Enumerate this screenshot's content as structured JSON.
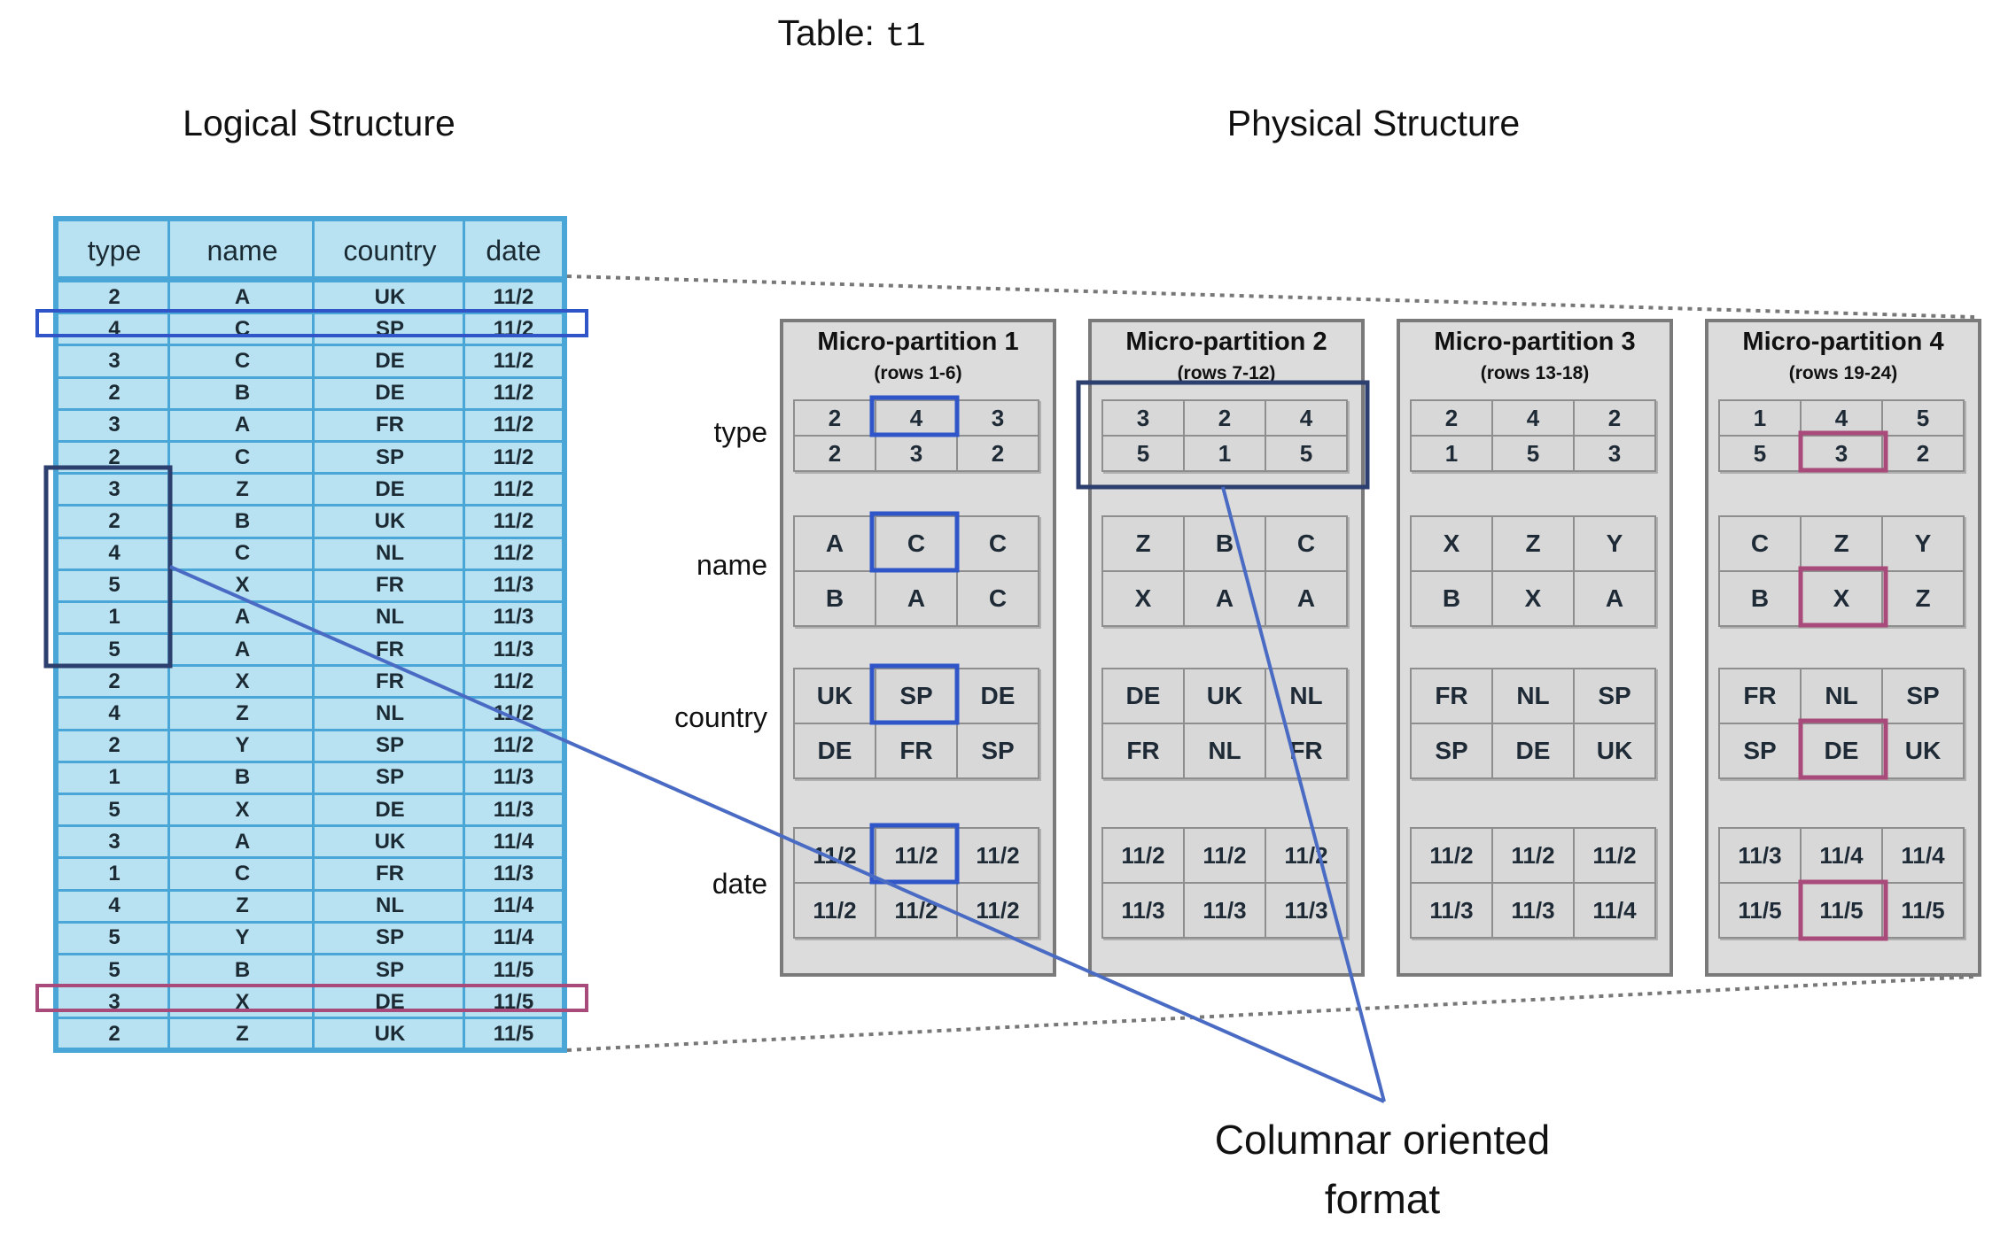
{
  "table_title": {
    "label": "Table:",
    "name": "t1"
  },
  "logical_title": "Logical Structure",
  "physical_title": "Physical Structure",
  "caption_line1": "Columnar oriented",
  "caption_line2": "format",
  "colors": {
    "table_fill": "#b8e2f2",
    "table_border": "#49a6d7",
    "partition_fill": "#dcdcdc",
    "highlight_blue": "#2f55c8",
    "highlight_magenta": "#a84a7a",
    "bracket_navy": "#2c3f6e",
    "pointer_line": "#4a6bc4"
  },
  "logical": {
    "headers": [
      "type",
      "name",
      "country",
      "date"
    ],
    "rows": [
      [
        "2",
        "A",
        "UK",
        "11/2"
      ],
      [
        "4",
        "C",
        "SP",
        "11/2"
      ],
      [
        "3",
        "C",
        "DE",
        "11/2"
      ],
      [
        "2",
        "B",
        "DE",
        "11/2"
      ],
      [
        "3",
        "A",
        "FR",
        "11/2"
      ],
      [
        "2",
        "C",
        "SP",
        "11/2"
      ],
      [
        "3",
        "Z",
        "DE",
        "11/2"
      ],
      [
        "2",
        "B",
        "UK",
        "11/2"
      ],
      [
        "4",
        "C",
        "NL",
        "11/2"
      ],
      [
        "5",
        "X",
        "FR",
        "11/3"
      ],
      [
        "1",
        "A",
        "NL",
        "11/3"
      ],
      [
        "5",
        "A",
        "FR",
        "11/3"
      ],
      [
        "2",
        "X",
        "FR",
        "11/2"
      ],
      [
        "4",
        "Z",
        "NL",
        "11/2"
      ],
      [
        "2",
        "Y",
        "SP",
        "11/2"
      ],
      [
        "1",
        "B",
        "SP",
        "11/3"
      ],
      [
        "5",
        "X",
        "DE",
        "11/3"
      ],
      [
        "3",
        "A",
        "UK",
        "11/4"
      ],
      [
        "1",
        "C",
        "FR",
        "11/3"
      ],
      [
        "4",
        "Z",
        "NL",
        "11/4"
      ],
      [
        "5",
        "Y",
        "SP",
        "11/4"
      ],
      [
        "5",
        "B",
        "SP",
        "11/5"
      ],
      [
        "3",
        "X",
        "DE",
        "11/5"
      ],
      [
        "2",
        "Z",
        "UK",
        "11/5"
      ]
    ]
  },
  "row_labels": [
    "type",
    "name",
    "country",
    "date"
  ],
  "partitions": [
    {
      "title": "Micro-partition 1",
      "subtitle": "(rows 1-6)",
      "type": [
        "2",
        "4",
        "3",
        "2",
        "3",
        "2"
      ],
      "name": [
        "A",
        "C",
        "C",
        "B",
        "A",
        "C"
      ],
      "country": [
        "UK",
        "SP",
        "DE",
        "DE",
        "FR",
        "SP"
      ],
      "date": [
        "11/2",
        "11/2",
        "11/2",
        "11/2",
        "11/2",
        "11/2"
      ]
    },
    {
      "title": "Micro-partition 2",
      "subtitle": "(rows 7-12)",
      "type": [
        "3",
        "2",
        "4",
        "5",
        "1",
        "5"
      ],
      "name": [
        "Z",
        "B",
        "C",
        "X",
        "A",
        "A"
      ],
      "country": [
        "DE",
        "UK",
        "NL",
        "FR",
        "NL",
        "FR"
      ],
      "date": [
        "11/2",
        "11/2",
        "11/2",
        "11/3",
        "11/3",
        "11/3"
      ]
    },
    {
      "title": "Micro-partition 3",
      "subtitle": "(rows 13-18)",
      "type": [
        "2",
        "4",
        "2",
        "1",
        "5",
        "3"
      ],
      "name": [
        "X",
        "Z",
        "Y",
        "B",
        "X",
        "A"
      ],
      "country": [
        "FR",
        "NL",
        "SP",
        "SP",
        "DE",
        "UK"
      ],
      "date": [
        "11/2",
        "11/2",
        "11/2",
        "11/3",
        "11/3",
        "11/4"
      ]
    },
    {
      "title": "Micro-partition 4",
      "subtitle": "(rows 19-24)",
      "type": [
        "1",
        "4",
        "5",
        "5",
        "3",
        "2"
      ],
      "name": [
        "C",
        "Z",
        "Y",
        "B",
        "X",
        "Z"
      ],
      "country": [
        "FR",
        "NL",
        "SP",
        "SP",
        "DE",
        "UK"
      ],
      "date": [
        "11/3",
        "11/4",
        "11/4",
        "11/5",
        "11/5",
        "11/5"
      ]
    }
  ]
}
